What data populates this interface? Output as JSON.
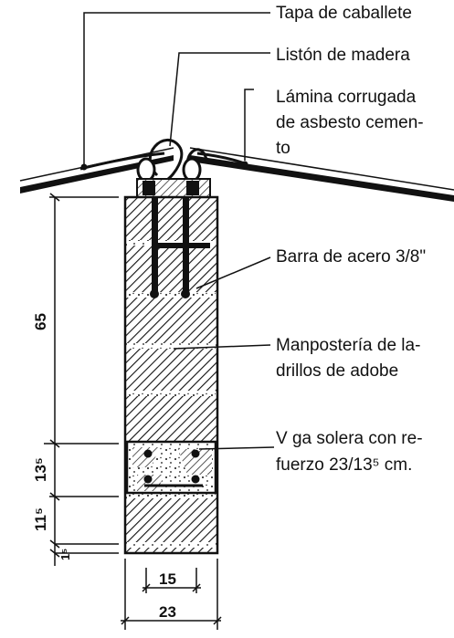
{
  "labels": {
    "tapa": "Tapa de caballete",
    "liston": "Listón de madera",
    "lamina_1": "Lámina corrugada",
    "lamina_2": "de asbesto cemen-",
    "lamina_3": "to",
    "barra": "Barra de acero 3/8\"",
    "mamposteria_1": "Manpostería de la-",
    "mamposteria_2": "drillos de adobe",
    "viga_1": "V ga solera con re-",
    "viga_2": "fuerzo 23/13⁵ cm."
  },
  "dimensions": {
    "d65": "65",
    "d135": "13⁵",
    "d115": "11⁵",
    "d15s": "1⁵",
    "w15": "15",
    "w23": "23"
  },
  "colors": {
    "ink": "#111111",
    "paper": "#ffffff"
  }
}
